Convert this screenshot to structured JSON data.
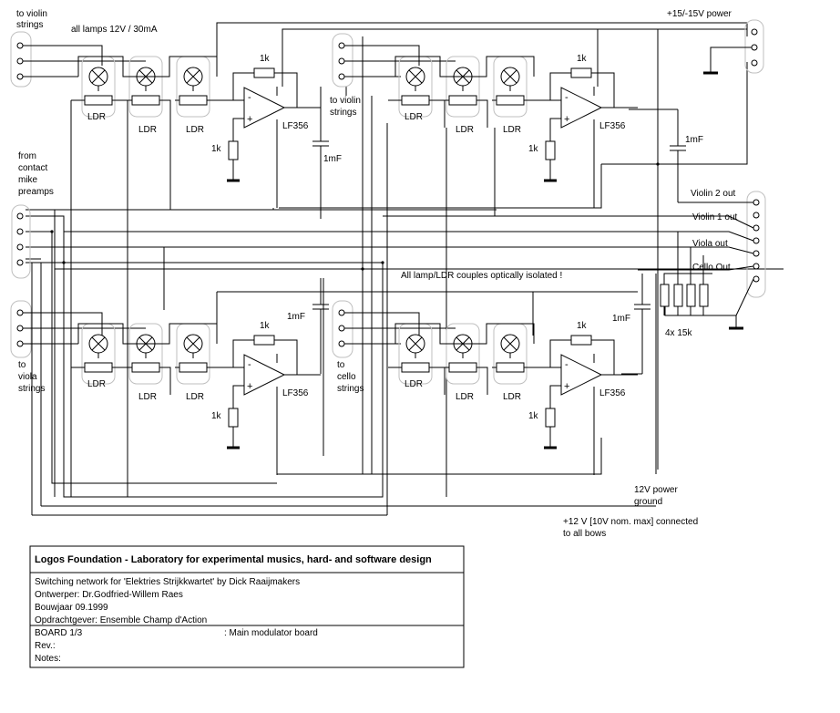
{
  "labels": {
    "to_violin_1": [
      "to violin",
      "strings"
    ],
    "all_lamps": "all lamps 12V / 30mA",
    "power": "+15/-15V power",
    "to_violin_2": [
      "to violin",
      "strings"
    ],
    "from_contact": [
      "from",
      "contact",
      "mike",
      "preamps"
    ],
    "to_viola": [
      "to",
      "viola",
      "strings"
    ],
    "to_cello": [
      "to",
      "cello",
      "strings"
    ],
    "isolated": "All lamp/LDR couples optically isolated !",
    "violin2_out": "Violin 2 out",
    "violin1_out": "Violin 1 out",
    "viola_out": "Viola out",
    "cello_out": "Cello Out",
    "res4": "4x 15k",
    "power12_ground": [
      "12V power",
      "ground"
    ],
    "bows": [
      "+12 V [10V nom. max] connected",
      "to all bows"
    ]
  },
  "components": {
    "ldr": "LDR",
    "opamp": "LF356",
    "r1k": "1k",
    "cap": "1mF"
  },
  "title_block": {
    "title": "Logos Foundation - Laboratory for experimental musics, hard- and software design",
    "line1": "Switching network for 'Elektries Strijkkwartet' by  Dick Raaijmakers",
    "line2": "Ontwerper: Dr.Godfried-Willem Raes",
    "line3": "Bouwjaar 09.1999",
    "line4": "Opdrachtgever: Ensemble Champ d'Action",
    "board": "BOARD  1/3",
    "board_desc": ":  Main modulator board",
    "rev": "Rev.:",
    "notes": "Notes:"
  }
}
